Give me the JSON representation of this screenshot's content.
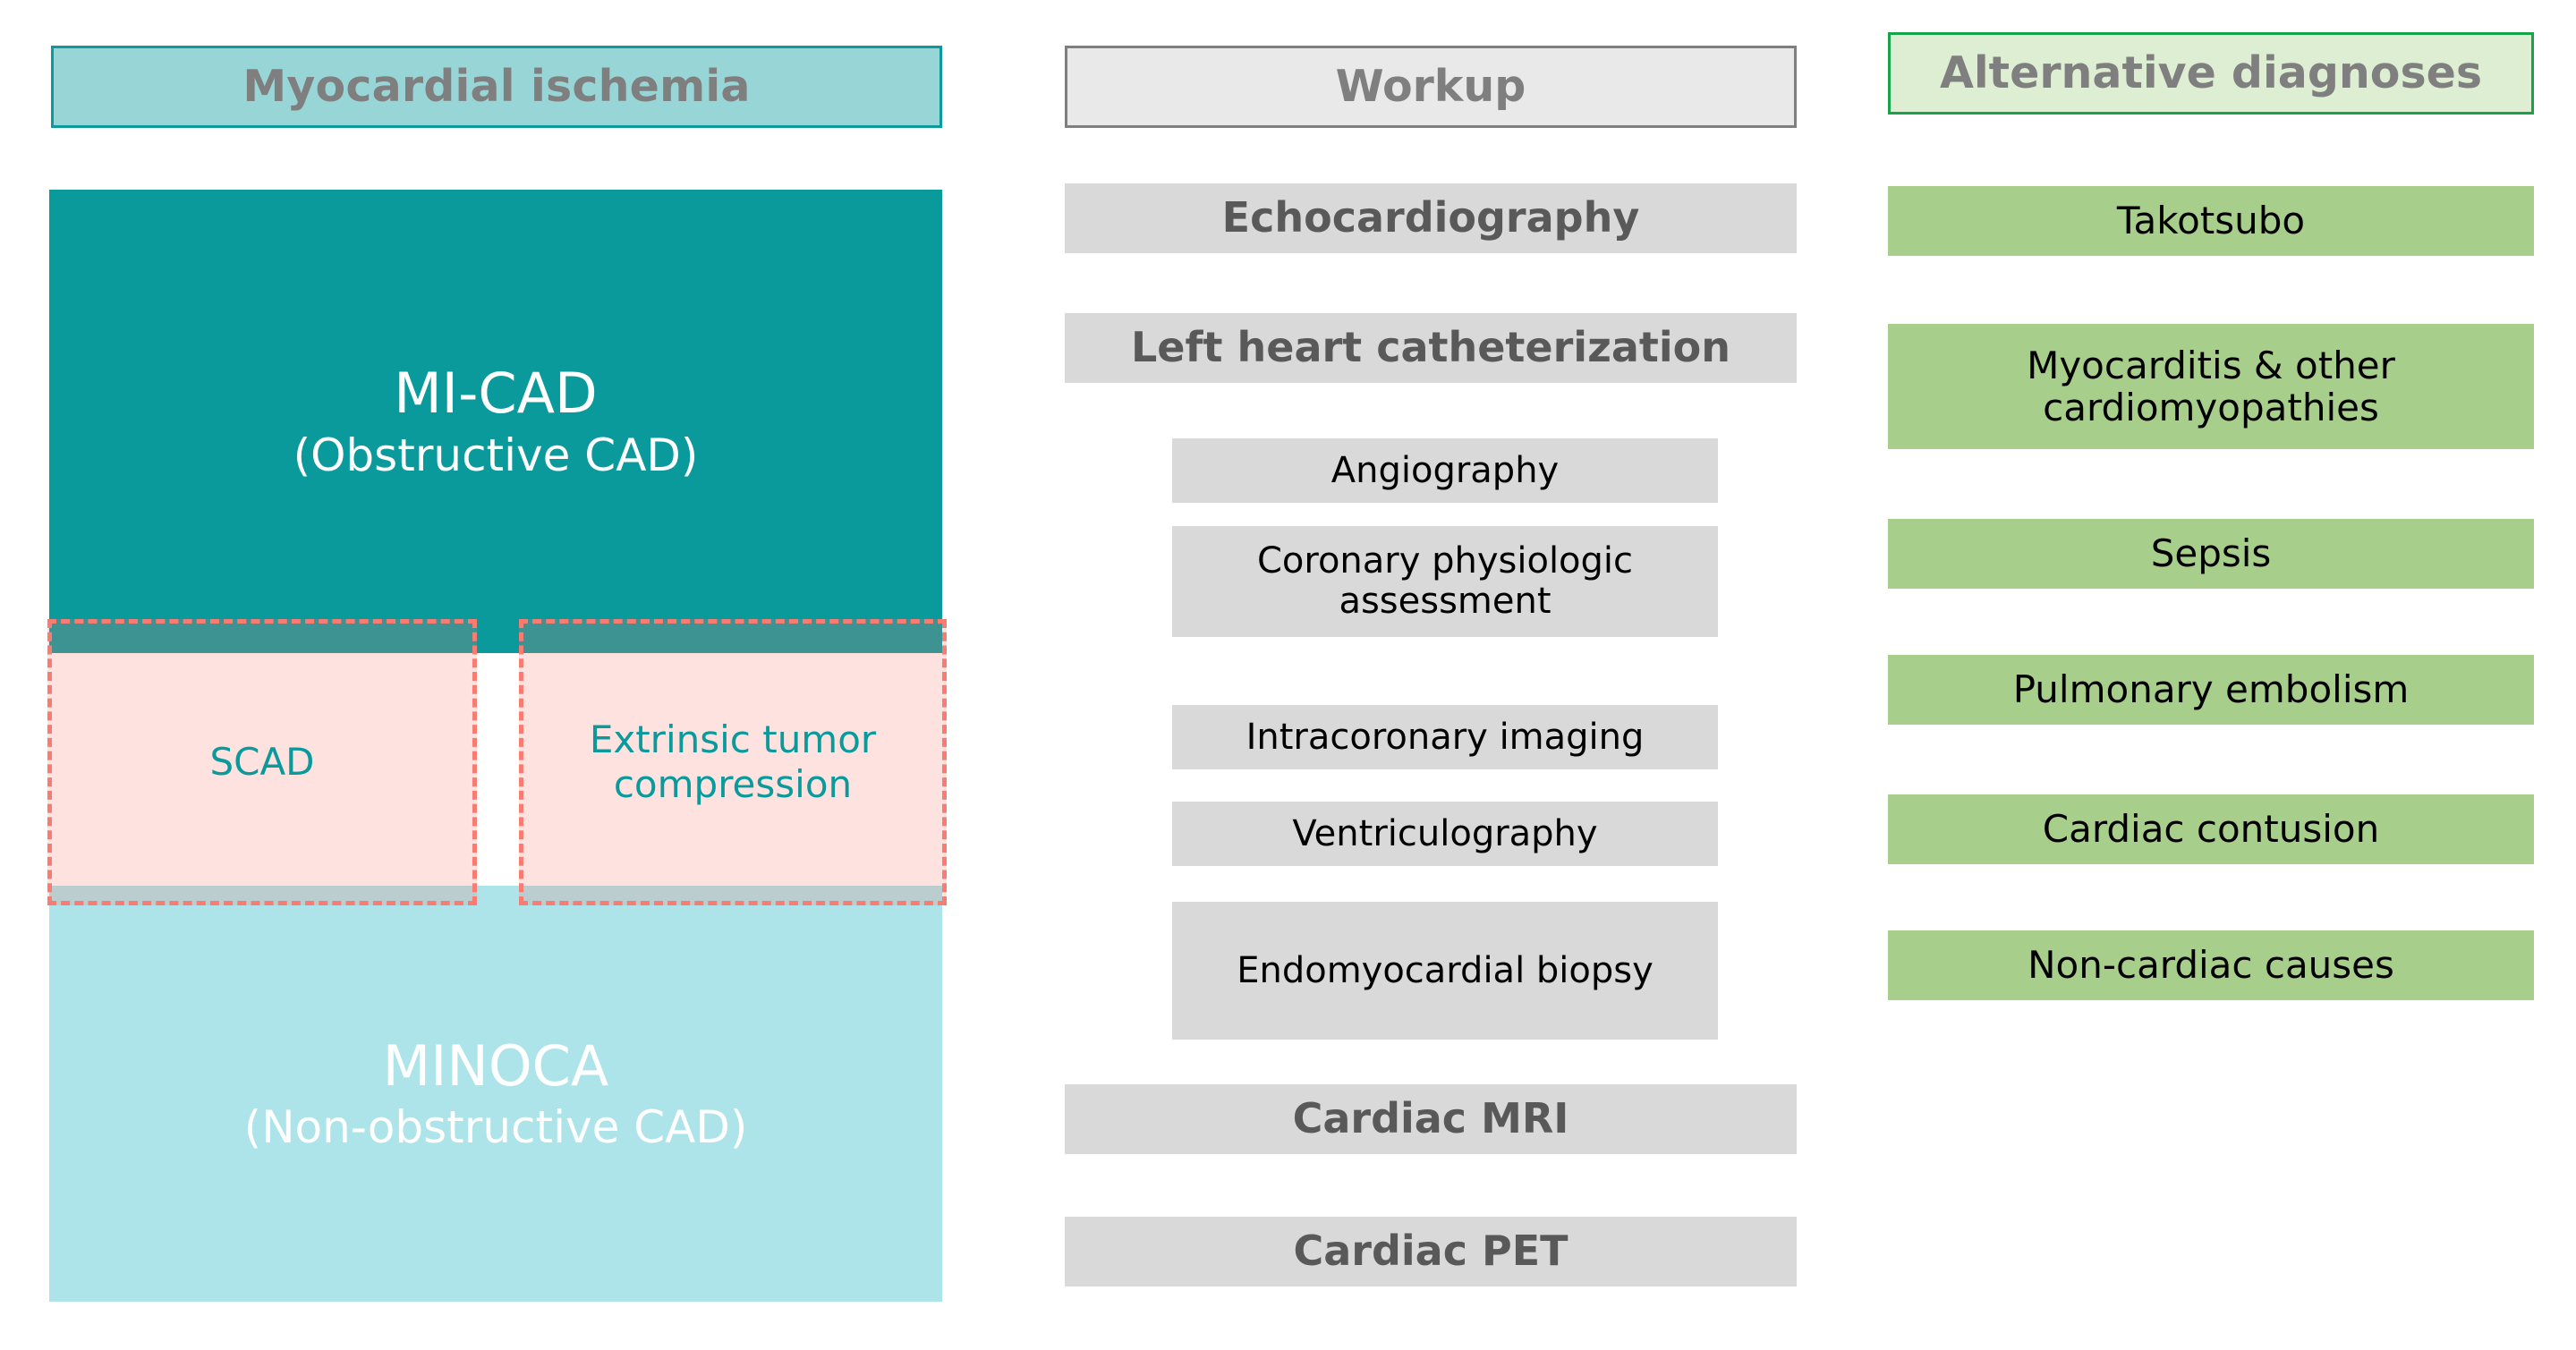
{
  "columns": {
    "ischemia": {
      "header": "Myocardial ischemia",
      "blocks": [
        {
          "name": "mi-cad",
          "line1": "MI-CAD",
          "line2": "(Obstructive CAD)",
          "fill": "#0A9A9C",
          "text_color": "#FFFFFF"
        },
        {
          "name": "minoca",
          "line1": "MINOCA",
          "line2": "(Non-obstructive CAD)",
          "fill": "#ACE4E9",
          "text_color": "#FFFFFF"
        }
      ],
      "overlays": [
        {
          "name": "scad",
          "label": "SCAD",
          "fill": "#FDDCDA",
          "border_color": "#F87C72",
          "text_color": "#0A9A9C"
        },
        {
          "name": "extrinsic-tumor-compression",
          "label": "Extrinsic tumor compression",
          "fill": "#FDDCDA",
          "border_color": "#F87C72",
          "text_color": "#0A9A9C"
        }
      ],
      "header_fill": "#98D5D6",
      "header_border": "#0E9A9C",
      "header_text_color": "#7F7F7F"
    },
    "workup": {
      "header": "Workup",
      "header_fill": "#E9E9E9",
      "header_border": "#7F7F7F",
      "header_text_color": "#7F7F7F",
      "item_fill": "#D9D9D9",
      "main_text_color": "#595959",
      "sub_text_color": "#000000",
      "items": [
        {
          "label": "Echocardiography",
          "level": "main"
        },
        {
          "label": "Left heart catheterization",
          "level": "main"
        },
        {
          "label": "Angiography",
          "level": "sub"
        },
        {
          "label": "Coronary physiologic assessment",
          "level": "sub"
        },
        {
          "label": "Intracoronary imaging",
          "level": "sub"
        },
        {
          "label": "Ventriculography",
          "level": "sub"
        },
        {
          "label": "Endomyocardial biopsy",
          "level": "sub"
        },
        {
          "label": "Cardiac MRI",
          "level": "main"
        },
        {
          "label": "Cardiac PET",
          "level": "main"
        }
      ]
    },
    "alternative_diagnoses": {
      "header": "Alternative diagnoses",
      "header_fill": "#DDEED2",
      "header_border": "#16A34A",
      "header_text_color": "#7F7F7F",
      "item_fill": "#A8CE8B",
      "item_text_color": "#000000",
      "items": [
        {
          "label": "Takotsubo"
        },
        {
          "label": "Myocarditis & other cardiomyopathies"
        },
        {
          "label": "Sepsis"
        },
        {
          "label": "Pulmonary embolism"
        },
        {
          "label": "Cardiac contusion"
        },
        {
          "label": "Non-cardiac causes"
        }
      ]
    }
  }
}
